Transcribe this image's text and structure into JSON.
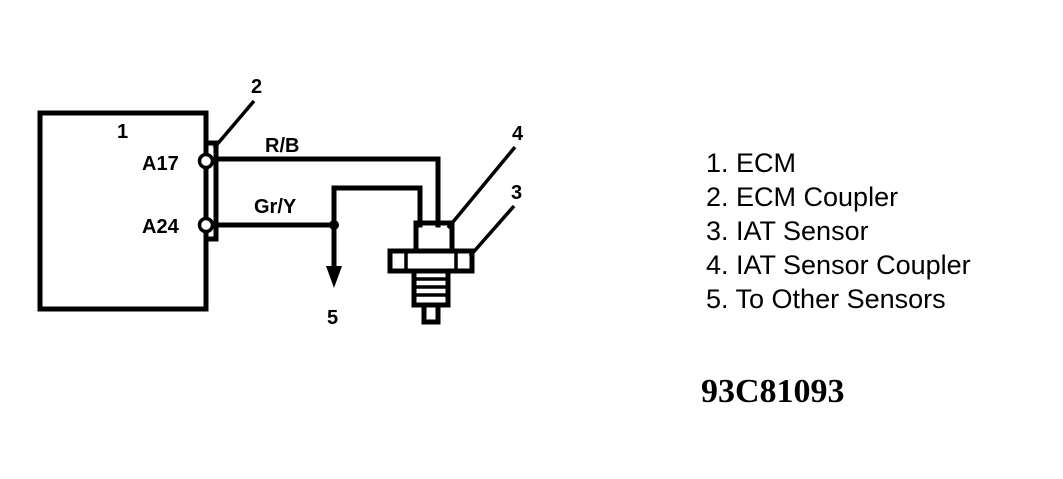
{
  "diagram": {
    "callouts": {
      "ecm": "1",
      "coupler": "2",
      "iat_sensor": "3",
      "iat_sensor_coupler": "4",
      "other_sensors": "5"
    },
    "pins": {
      "a17": "A17",
      "a24": "A24"
    },
    "wires": {
      "rb": "R/B",
      "gry": "Gr/Y"
    }
  },
  "legend": [
    "1. ECM",
    "2. ECM Coupler",
    "3. IAT Sensor",
    "4. IAT Sensor Coupler",
    "5. To Other Sensors"
  ],
  "figure_code": "93C81093"
}
